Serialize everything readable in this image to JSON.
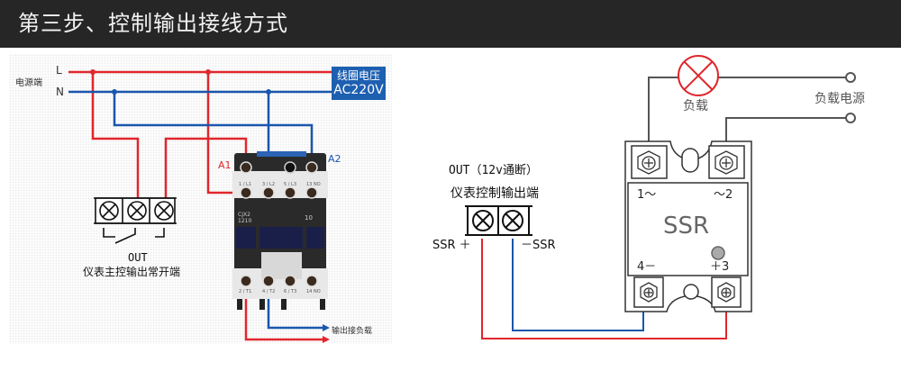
{
  "header": {
    "title": "第三步、控制输出接线方式"
  },
  "left_diagram": {
    "power_label": "电源端",
    "line_L": "L",
    "line_N": "N",
    "coil_voltage": {
      "line1": "线圈电压",
      "line2": "AC220V"
    },
    "coil_terminal_A1": "A1",
    "coil_terminal_A2": "A2",
    "contactor": {
      "model_line1": "CJX2",
      "model_line2": "1210",
      "aux_label": "10",
      "top_terminals": [
        "1 / L1",
        "3 / L2",
        "5 / L3",
        "13 NO"
      ],
      "bottom_terminals": [
        "2 / T1",
        "4 / T2",
        "6 / T3",
        "14 NO"
      ]
    },
    "output_label": "输出接负载",
    "controller_out": "OUT",
    "controller_desc": "仪表主控输出常开端"
  },
  "right_diagram": {
    "out_title": "OUT（12v通断）",
    "out_desc": "仪表控制输出端",
    "ssr_plus": "SSR ＋",
    "ssr_minus": "－SSR",
    "load_label": "负载",
    "load_power_label": "负载电源",
    "ssr": {
      "name": "SSR",
      "t1": "1～",
      "t2": "～2",
      "t3": "＋3",
      "t4": "4－"
    }
  },
  "colors": {
    "live": "#e0262c",
    "neutral": "#1a56ad",
    "wire": "#555555",
    "header_bg": "#262626"
  }
}
